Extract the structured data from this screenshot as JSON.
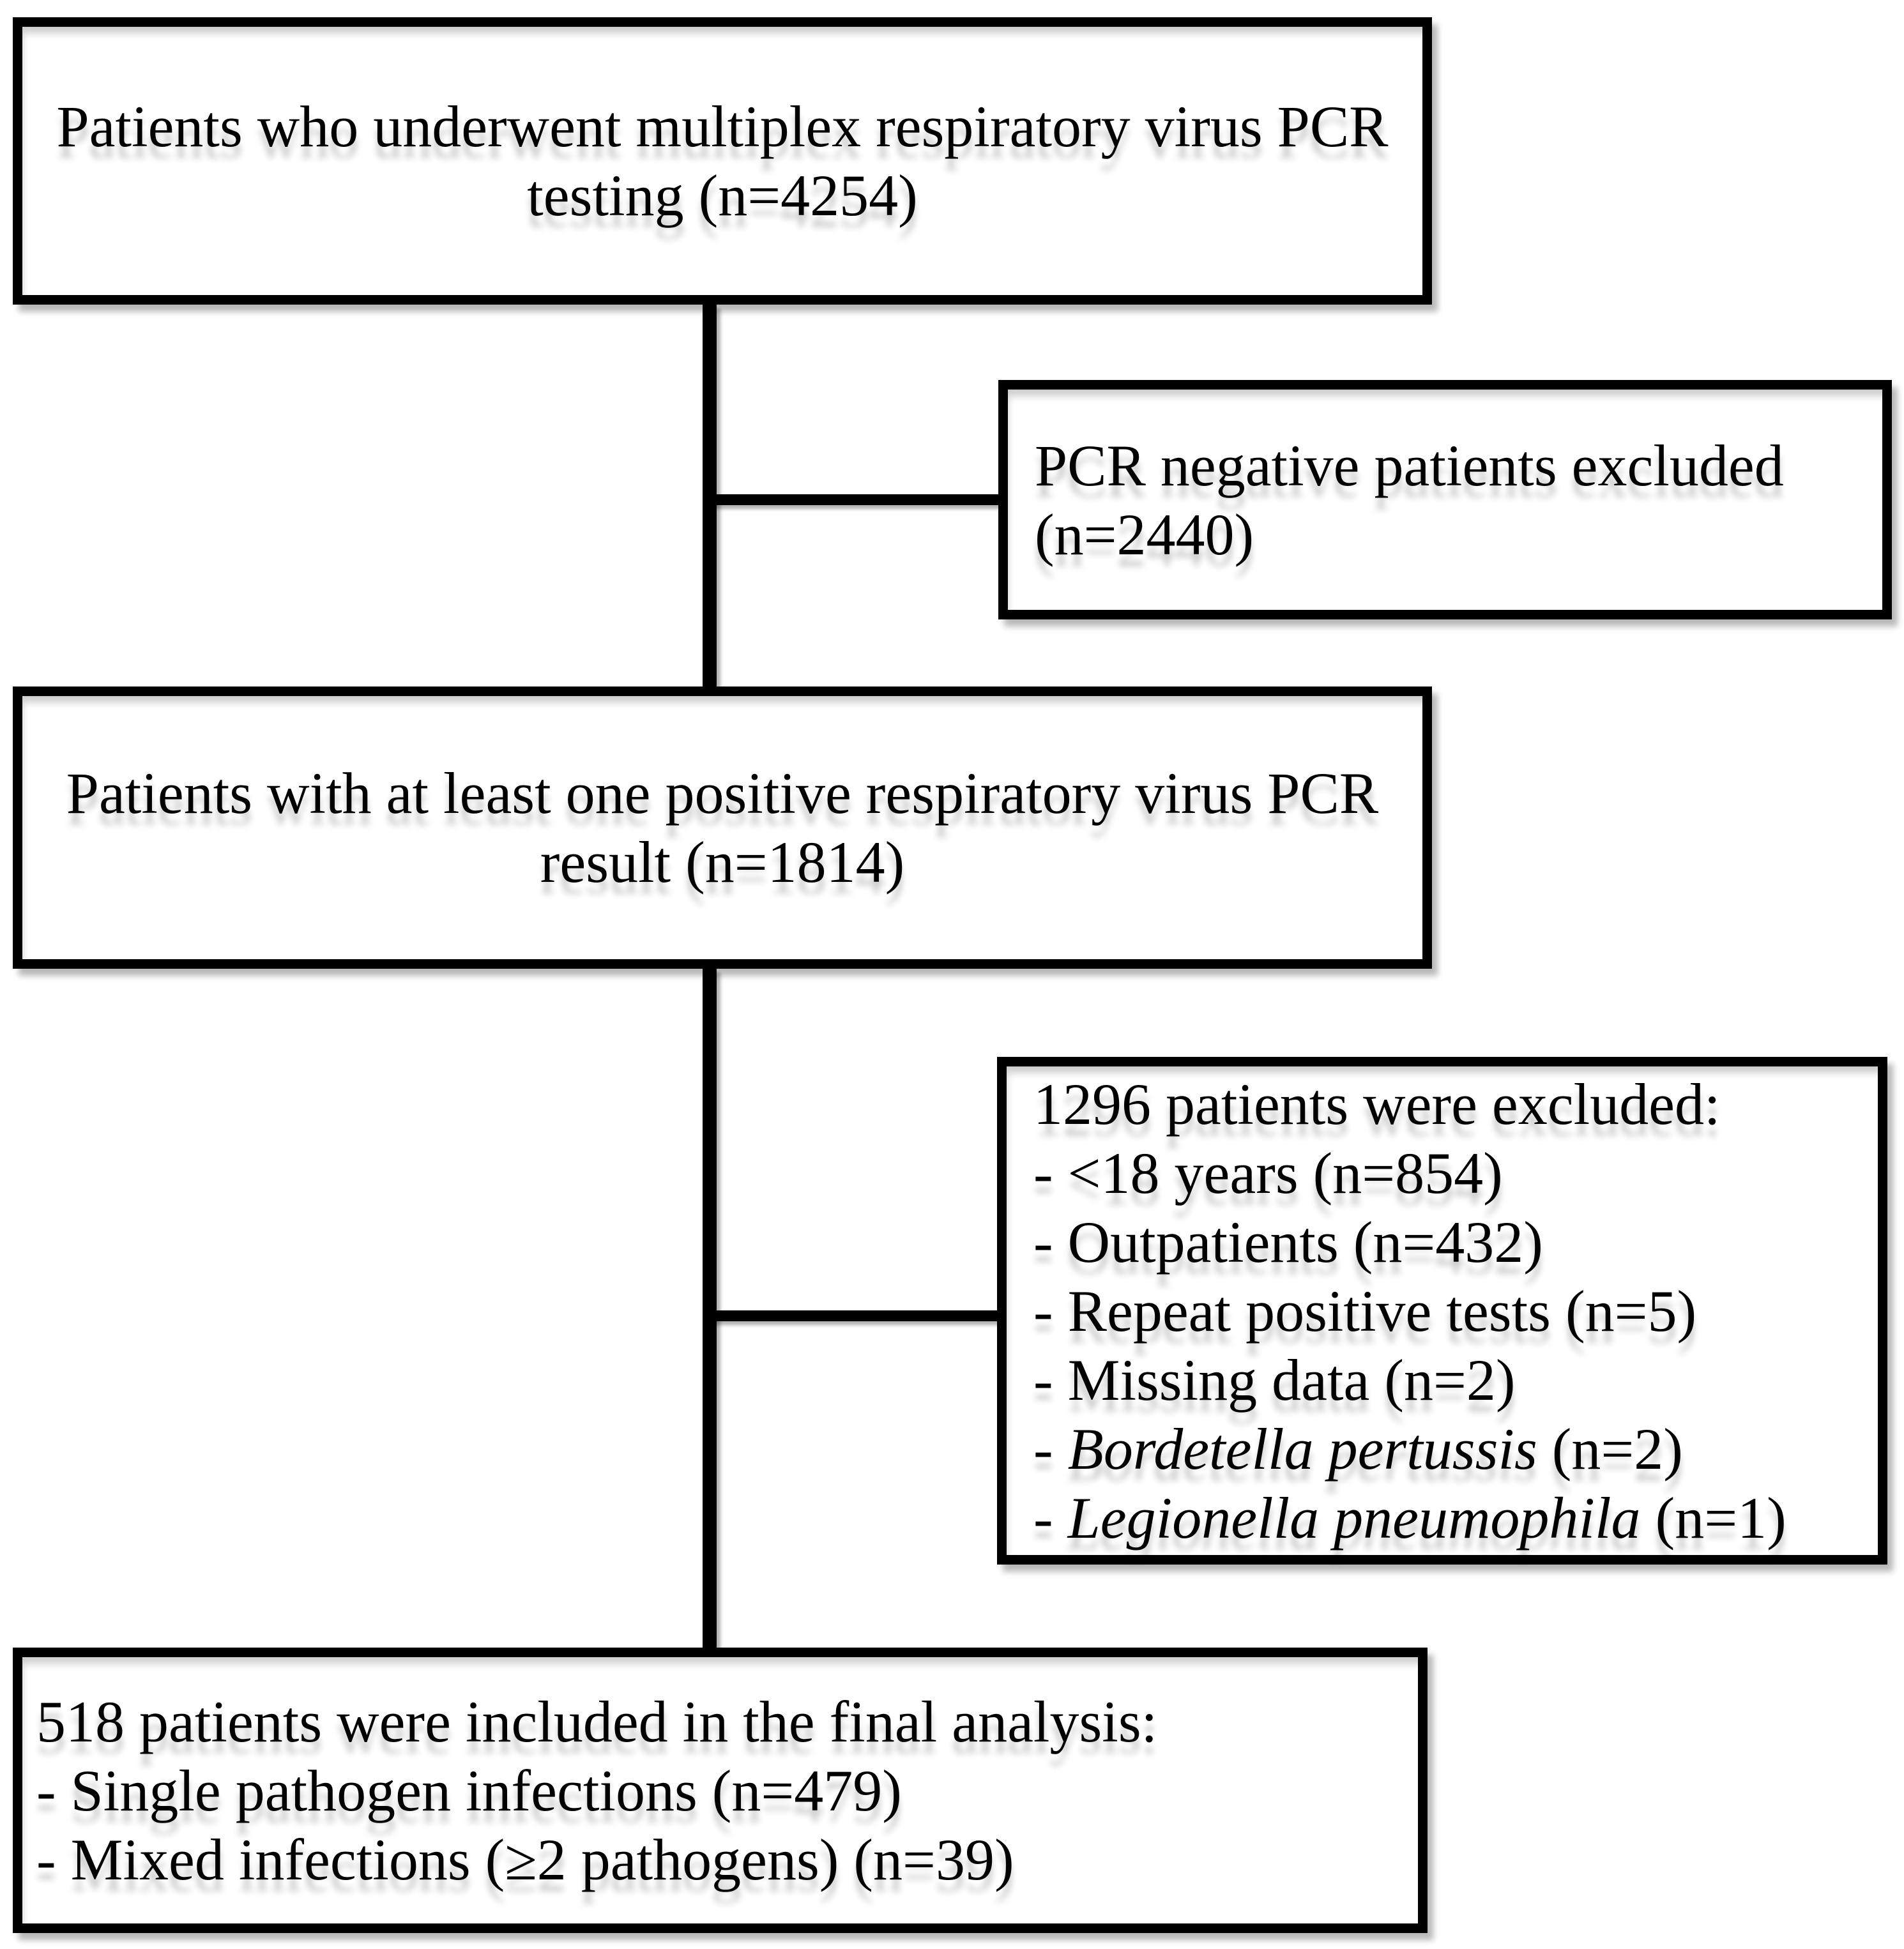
{
  "figure": {
    "type": "patient-flow-diagram",
    "background_color": "#ffffff",
    "box_fill_color": "#ffffff",
    "border_color": "#000000",
    "text_color": "#000000",
    "connector_color": "#000000",
    "shadow_color": "rgba(0,0,0,0.28)"
  },
  "boxes": [
    {
      "id": "tested",
      "align": "center",
      "lines": [
        [
          {
            "text": "Patients who underwent multiplex respiratory virus PCR"
          }
        ],
        [
          {
            "text": "testing (n=4254)"
          }
        ]
      ]
    },
    {
      "id": "pcr-negative-excluded",
      "align": "left",
      "lines": [
        [
          {
            "text": "PCR negative patients excluded"
          }
        ],
        [
          {
            "text": "(n=2440)"
          }
        ]
      ]
    },
    {
      "id": "pcr-positive",
      "align": "center",
      "lines": [
        [
          {
            "text": "Patients with at least one positive respiratory virus PCR"
          }
        ],
        [
          {
            "text": "result (n=1814)"
          }
        ]
      ]
    },
    {
      "id": "excluded-1296",
      "align": "left",
      "lines": [
        [
          {
            "text": "1296 patients were excluded:"
          }
        ],
        [
          {
            "text": "- <18 years (n=854)"
          }
        ],
        [
          {
            "text": "- Outpatients (n=432)"
          }
        ],
        [
          {
            "text": "- Repeat positive tests (n=5)"
          }
        ],
        [
          {
            "text": "- Missing data (n=2)"
          }
        ],
        [
          {
            "text": "- "
          },
          {
            "text": "Bordetella pertussis",
            "italic": true
          },
          {
            "text": " (n=2)"
          }
        ],
        [
          {
            "text": "- "
          },
          {
            "text": "Legionella pneumophila",
            "italic": true
          },
          {
            "text": " (n=1)"
          }
        ]
      ]
    },
    {
      "id": "final-analysis",
      "align": "left",
      "lines": [
        [
          {
            "text": "518 patients were included in the final analysis:"
          }
        ],
        [
          {
            "text": "- Single pathogen infections (n=479)"
          }
        ],
        [
          {
            "text": "- Mixed infections (≥2 pathogens) (n=39)"
          }
        ]
      ]
    }
  ]
}
